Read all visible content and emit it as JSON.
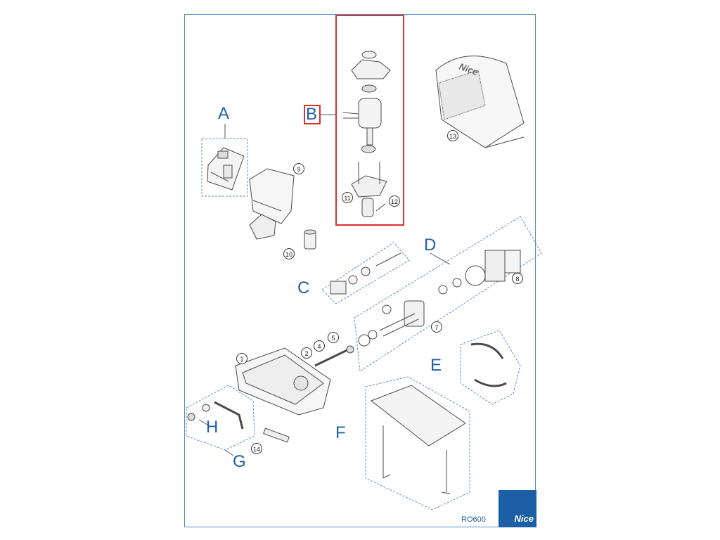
{
  "groups": {
    "A": "A",
    "B": "B",
    "C": "C",
    "D": "D",
    "E": "E",
    "F": "F",
    "G": "G",
    "H": "H"
  },
  "parts": {
    "p1": "1",
    "p2": "2",
    "p4": "4",
    "p5": "5",
    "p7": "7",
    "p8": "8",
    "p9": "9",
    "p10": "10",
    "p11": "11",
    "p12": "12",
    "p13": "13",
    "p14": "14"
  },
  "model": "RO600",
  "brand": "Nice",
  "cover_logo": "Nice",
  "colors": {
    "border": "#5b8dc6",
    "label": "#1f5fa8",
    "highlight": "#d9332b",
    "brand_bg": "#1d5fa6"
  }
}
